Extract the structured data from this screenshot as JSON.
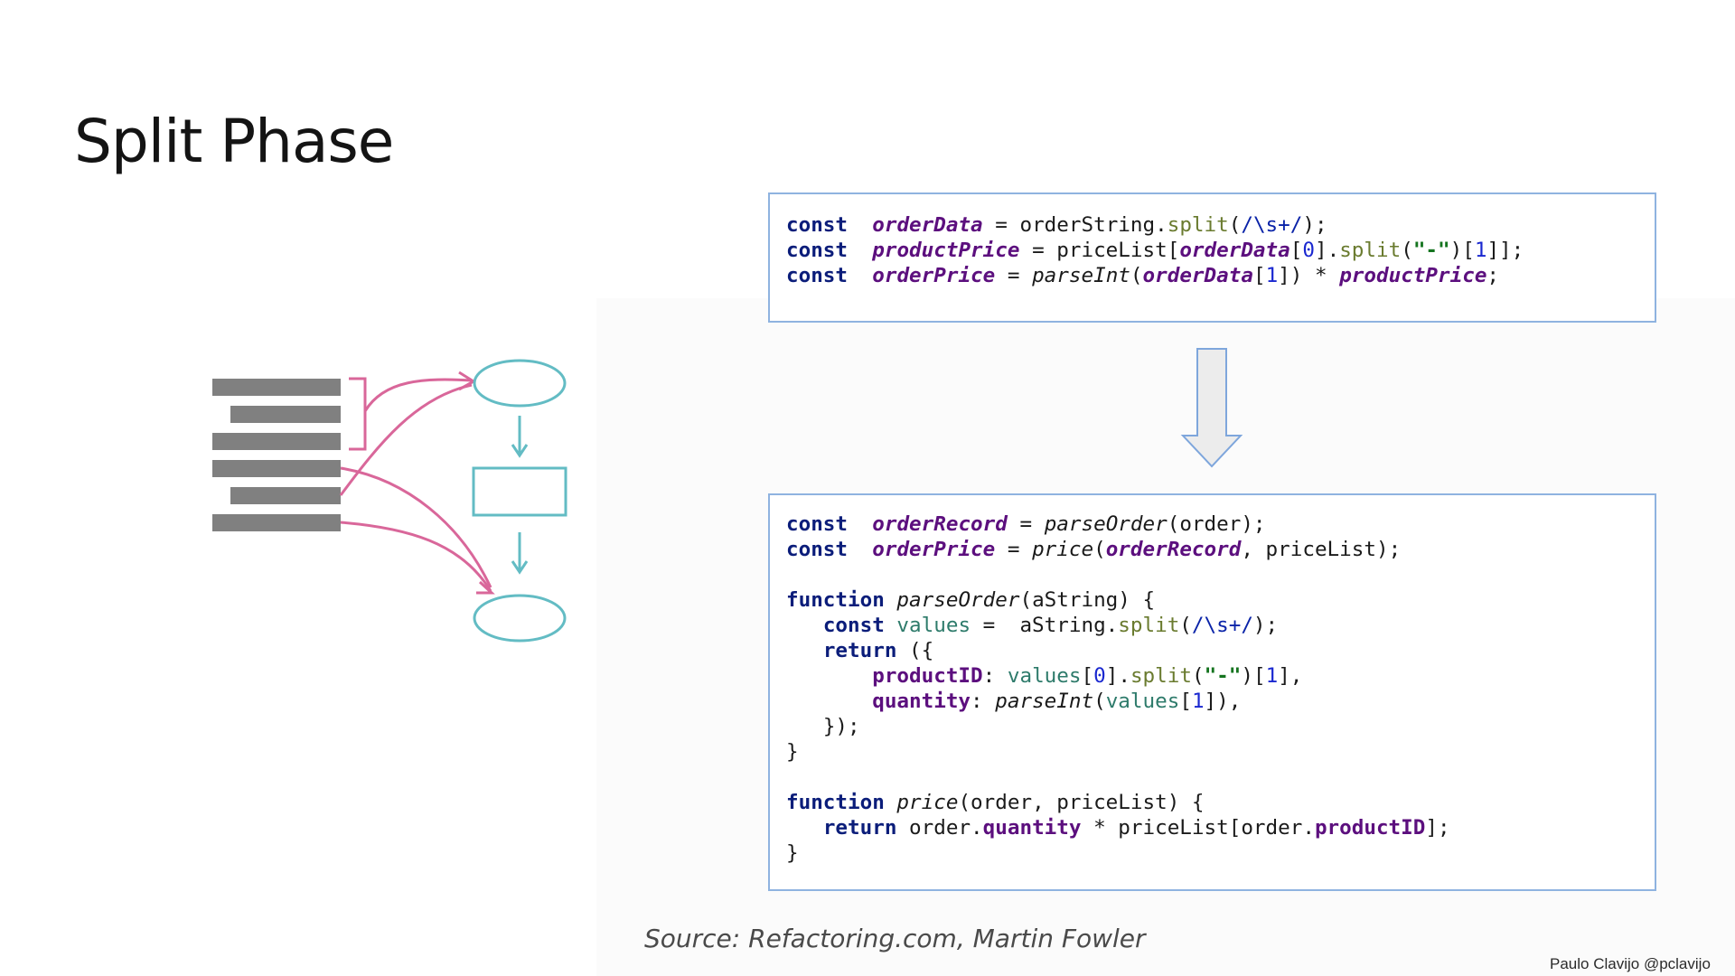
{
  "slide": {
    "title": "Split Phase",
    "source": "Source: Refactoring.com, Martin Fowler",
    "credit": "Paulo Clavijo @pclavijo"
  },
  "code_before": [
    [
      [
        "kw",
        "const"
      ],
      [
        "",
        "  "
      ],
      [
        "v",
        "orderData"
      ],
      [
        "",
        " = orderString."
      ],
      [
        "mt",
        "split"
      ],
      [
        "",
        "("
      ],
      [
        "rx",
        "/\\s+/"
      ],
      [
        "",
        ");"
      ]
    ],
    [
      [
        "kw",
        "const"
      ],
      [
        "",
        "  "
      ],
      [
        "v",
        "productPrice"
      ],
      [
        "",
        " = priceList["
      ],
      [
        "v",
        "orderData"
      ],
      [
        "",
        "["
      ],
      [
        "num",
        "0"
      ],
      [
        "",
        "]."
      ],
      [
        "mt",
        "split"
      ],
      [
        "",
        "("
      ],
      [
        "str",
        "\"-\""
      ],
      [
        "",
        ")["
      ],
      [
        "num",
        "1"
      ],
      [
        "",
        "]];"
      ]
    ],
    [
      [
        "kw",
        "const"
      ],
      [
        "",
        "  "
      ],
      [
        "v",
        "orderPrice"
      ],
      [
        "",
        " = "
      ],
      [
        "fn",
        "parseInt"
      ],
      [
        "",
        "("
      ],
      [
        "v",
        "orderData"
      ],
      [
        "",
        "["
      ],
      [
        "num",
        "1"
      ],
      [
        "",
        "]) * "
      ],
      [
        "v",
        "productPrice"
      ],
      [
        "",
        ";"
      ]
    ]
  ],
  "code_after": [
    [
      [
        "kw",
        "const"
      ],
      [
        "",
        "  "
      ],
      [
        "v",
        "orderRecord"
      ],
      [
        "",
        " = "
      ],
      [
        "fn",
        "parseOrder"
      ],
      [
        "",
        "(order);"
      ]
    ],
    [
      [
        "kw",
        "const"
      ],
      [
        "",
        "  "
      ],
      [
        "v",
        "orderPrice"
      ],
      [
        "",
        " = "
      ],
      [
        "fn",
        "price"
      ],
      [
        "",
        "("
      ],
      [
        "v",
        "orderRecord"
      ],
      [
        "",
        ", priceList);"
      ]
    ],
    [],
    [
      [
        "kw",
        "function"
      ],
      [
        "",
        ""
      ],
      [
        "fn",
        " parseOrder"
      ],
      [
        "",
        "(aString) {"
      ]
    ],
    [
      [
        "",
        "   "
      ],
      [
        "kw",
        "const"
      ],
      [
        "lv",
        " values"
      ],
      [
        "",
        " =  aString."
      ],
      [
        "mt",
        "split"
      ],
      [
        "",
        "("
      ],
      [
        "rx",
        "/\\s+/"
      ],
      [
        "",
        ");"
      ]
    ],
    [
      [
        "",
        "   "
      ],
      [
        "kw",
        "return"
      ],
      [
        "",
        " ({"
      ]
    ],
    [
      [
        "",
        "       "
      ],
      [
        "pr",
        "productID"
      ],
      [
        "",
        ": "
      ],
      [
        "lv",
        "values"
      ],
      [
        "",
        "["
      ],
      [
        "num",
        "0"
      ],
      [
        "",
        "]."
      ],
      [
        "mt",
        "split"
      ],
      [
        "",
        "("
      ],
      [
        "str",
        "\"-\""
      ],
      [
        "",
        ")["
      ],
      [
        "num",
        "1"
      ],
      [
        "",
        "],"
      ]
    ],
    [
      [
        "",
        "       "
      ],
      [
        "pr",
        "quantity"
      ],
      [
        "",
        ": "
      ],
      [
        "fn",
        "parseInt"
      ],
      [
        "",
        "("
      ],
      [
        "lv",
        "values"
      ],
      [
        "",
        "["
      ],
      [
        "num",
        "1"
      ],
      [
        "",
        "]),"
      ]
    ],
    [
      [
        "",
        "   "
      ],
      [
        "",
        "});"
      ]
    ],
    [
      [
        "",
        "}"
      ]
    ],
    [],
    [
      [
        "kw",
        "function"
      ],
      [
        "fn",
        " price"
      ],
      [
        "",
        "(order, priceList) {"
      ]
    ],
    [
      [
        "",
        "   "
      ],
      [
        "kw",
        "return"
      ],
      [
        "",
        " order."
      ],
      [
        "pr",
        "quantity"
      ],
      [
        "",
        " * priceList[order."
      ],
      [
        "pr",
        "productID"
      ],
      [
        "",
        "];"
      ]
    ],
    [
      [
        "",
        "}"
      ]
    ]
  ],
  "colors": {
    "box_border": "#8fb3e0",
    "diagram_pink": "#d9679a",
    "diagram_teal": "#63bcc4",
    "diagram_gray": "#808080",
    "arrow_fill": "#ececec",
    "arrow_stroke": "#7ea6dc"
  },
  "icons": [
    "split-phase-diagram",
    "down-arrow-icon"
  ]
}
